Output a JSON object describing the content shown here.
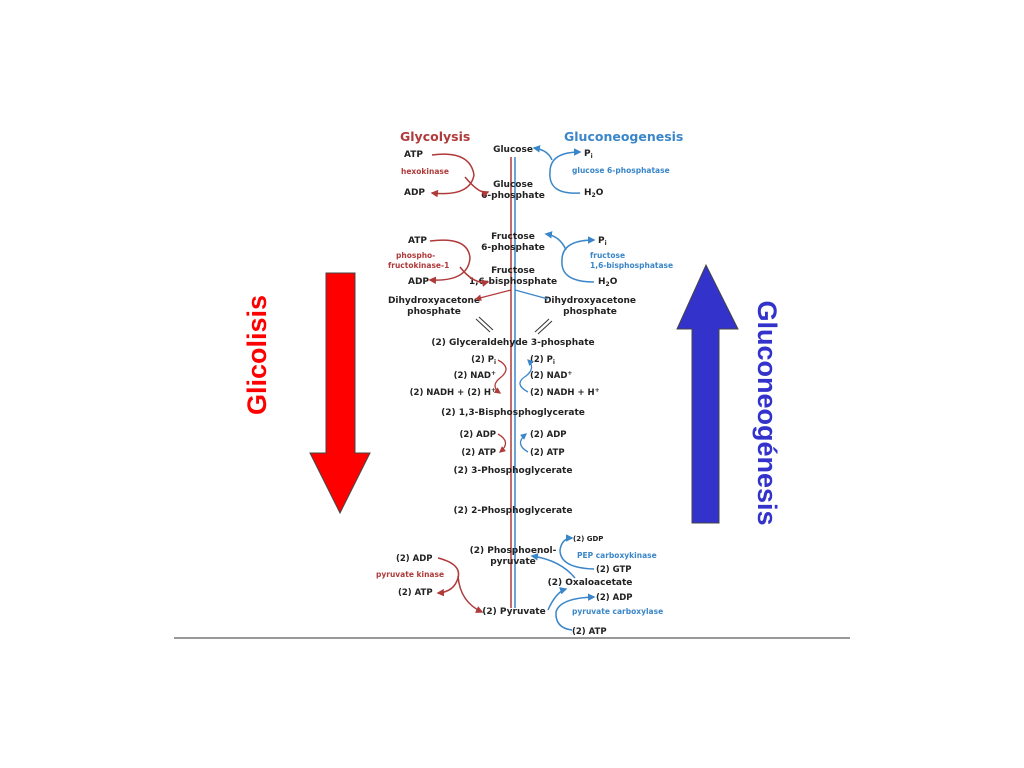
{
  "colors": {
    "glycolysis": "#b03a3a",
    "gluconeogenesis": "#3a86c8",
    "big_arrow_down": "#ff0000",
    "big_arrow_up": "#3333cc",
    "label_glicolisis": "#ff0000",
    "label_gluconeogenesis": "#3333cc",
    "text": "#222222"
  },
  "side_labels": {
    "left": "Glicolisis",
    "right": "Gluconeogénesis"
  },
  "headers": {
    "glycolysis": "Glycolysis",
    "gluconeogenesis": "Gluconeogenesis"
  },
  "metabolites": {
    "glucose": "Glucose",
    "g6p_1": "Glucose",
    "g6p_2": "6-phosphate",
    "f6p_1": "Fructose",
    "f6p_2": "6-phosphate",
    "f16bp_1": "Fructose",
    "f16bp_2": "1,6-bisphosphate",
    "dhap_left_1": "Dihydroxyacetone",
    "dhap_left_2": "phosphate",
    "dhap_right_1": "Dihydroxyacetone",
    "dhap_right_2": "phosphate",
    "gap": "(2) Glyceraldehyde 3-phosphate",
    "bpg": "(2) 1,3-Bisphosphoglycerate",
    "pg3": "(2) 3-Phosphoglycerate",
    "pg2": "(2) 2-Phosphoglycerate",
    "pep_1": "(2) Phosphoenol-",
    "pep_2": "pyruvate",
    "oaa": "(2) Oxaloacetate",
    "pyruvate": "(2) Pyruvate"
  },
  "enzymes": {
    "hexokinase": "hexokinase",
    "pfk_1": "phospho-",
    "pfk_2": "fructokinase-1",
    "pyruvate_kinase": "pyruvate kinase",
    "g6pase": "glucose 6-phosphatase",
    "fbpase_1": "fructose",
    "fbpase_2": "1,6-bisphosphatase",
    "pepck": "PEP carboxykinase",
    "pc": "pyruvate carboxylase"
  },
  "cofactors": {
    "hk_in": "ATP",
    "hk_out": "ADP",
    "g6pase_pi": "P",
    "g6pase_pi_sub": "i",
    "g6pase_h2o": "H",
    "g6pase_h2o_sub": "2",
    "g6pase_h2o_end": "O",
    "pfk_in": "ATP",
    "pfk_out": "ADP",
    "fbp_pi": "P",
    "fbp_pi_sub": "i",
    "fbp_h2o": "H",
    "fbp_h2o_sub": "2",
    "fbp_h2o_end": "O",
    "gapdh_pi_left": "(2) P",
    "gapdh_pi_left_sub": "i",
    "gapdh_pi_right": "(2) P",
    "gapdh_pi_right_sub": "i",
    "gapdh_nad_left": "(2) NAD",
    "gapdh_nad_right": "(2) NAD",
    "plus": "+",
    "gapdh_nadh_left": "(2) NADH + (2) H",
    "gapdh_nadh_right": "(2) NADH + H",
    "pgk_adp_left": "(2) ADP",
    "pgk_atp_left": "(2) ATP",
    "pgk_adp_right": "(2) ADP",
    "pgk_atp_right": "(2) ATP",
    "pepck_gdp": "(2) GDP",
    "pepck_gtp": "(2) GTP",
    "pc_adp": "(2) ADP",
    "pc_atp": "(2) ATP",
    "pk_adp": "(2) ADP",
    "pk_atp": "(2) ATP"
  }
}
